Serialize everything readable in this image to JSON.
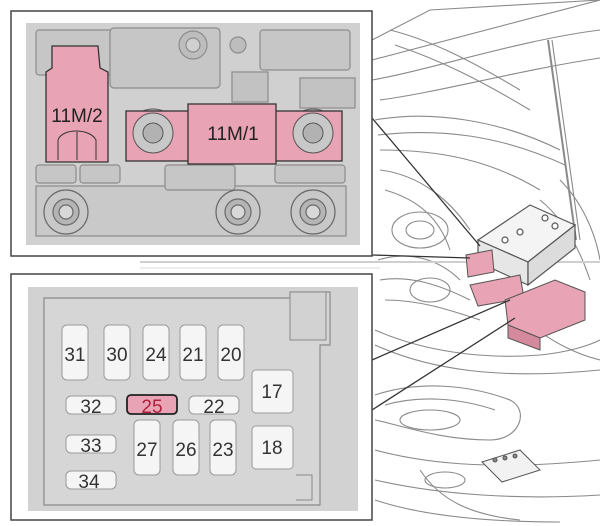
{
  "upper_panel": {
    "fuse_11m2_label": "11M/2",
    "fuse_11m1_label": "11M/1"
  },
  "lower_panel": {
    "fuses": [
      {
        "label": "31"
      },
      {
        "label": "30"
      },
      {
        "label": "24"
      },
      {
        "label": "21"
      },
      {
        "label": "20"
      },
      {
        "label": "32"
      },
      {
        "label": "25",
        "highlighted": true
      },
      {
        "label": "22"
      },
      {
        "label": "33"
      },
      {
        "label": "27"
      },
      {
        "label": "26"
      },
      {
        "label": "23"
      },
      {
        "label": "34"
      },
      {
        "label": "17"
      },
      {
        "label": "18"
      }
    ]
  },
  "colors": {
    "highlight": "#e8a3b4",
    "highlight_text": "#b0203c",
    "panel_gray": "#d4d4d4",
    "engine_line": "#8a8a8a"
  }
}
